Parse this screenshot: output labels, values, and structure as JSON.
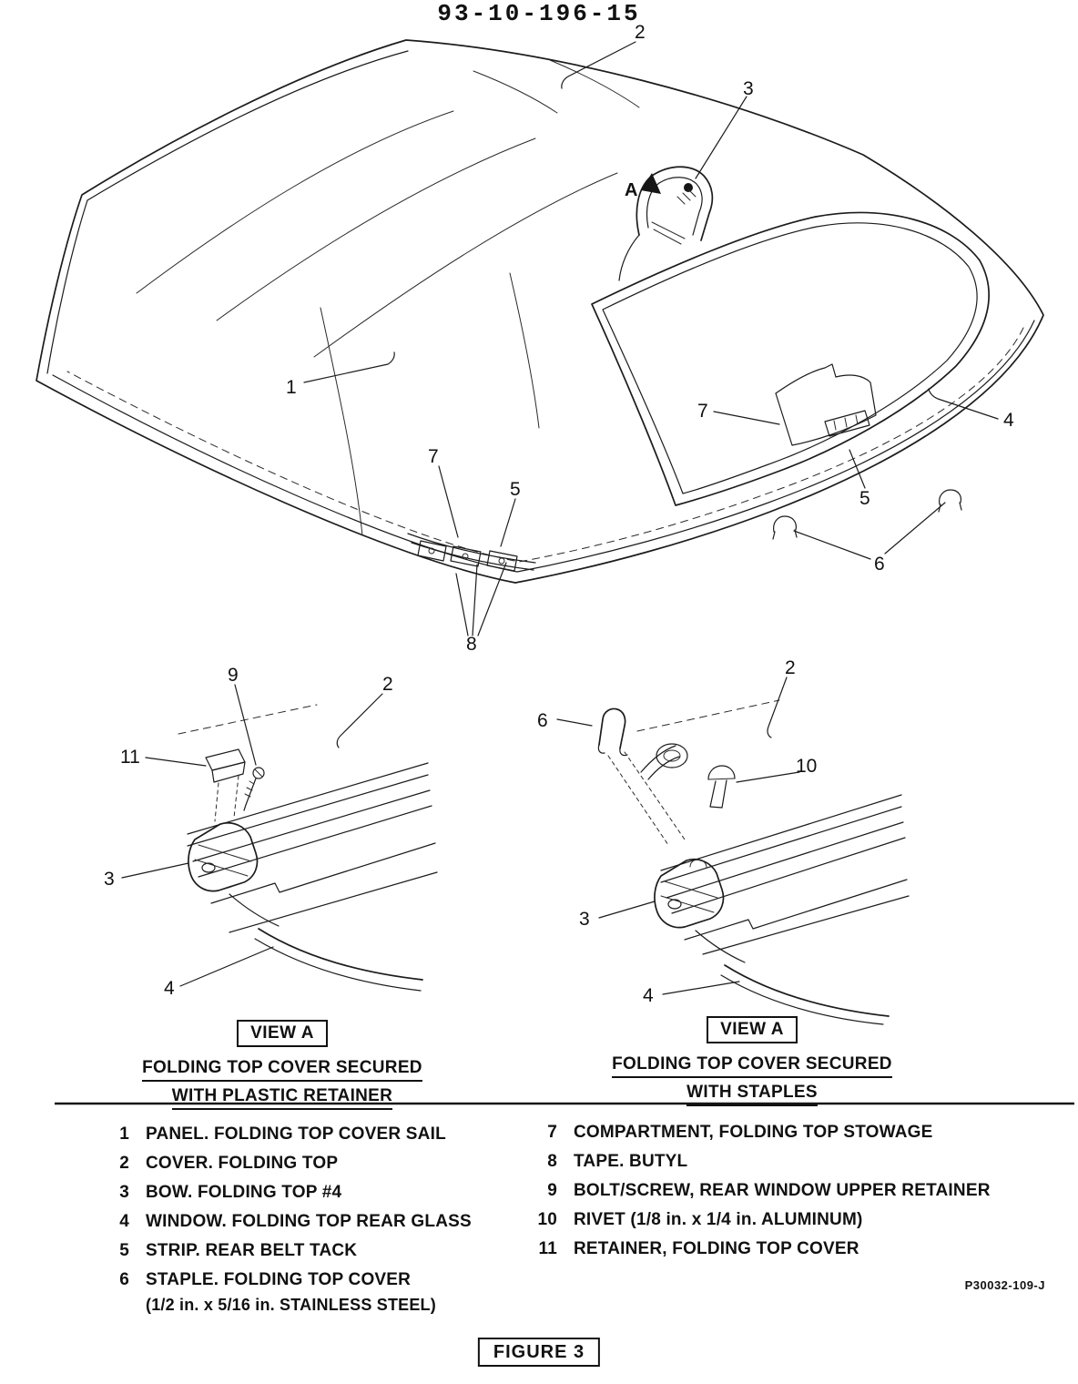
{
  "header": {
    "doc_number": "93-10-196-15"
  },
  "callouts": {
    "1": "1",
    "2": "2",
    "3": "3",
    "4": "4",
    "5": "5",
    "6": "6",
    "7": "7",
    "8": "8",
    "9": "9",
    "10": "10",
    "11": "11",
    "view_arrow": "A"
  },
  "details": {
    "left": {
      "view_label": "VIEW A",
      "caption_line1": "FOLDING TOP COVER SECURED",
      "caption_line2": "WITH PLASTIC RETAINER"
    },
    "right": {
      "view_label": "VIEW A",
      "caption_line1": "FOLDING TOP COVER SECURED",
      "caption_line2": "WITH STAPLES"
    }
  },
  "legend": {
    "left": [
      {
        "num": "1",
        "text": "PANEL. FOLDING TOP COVER SAIL"
      },
      {
        "num": "2",
        "text": "COVER. FOLDING TOP"
      },
      {
        "num": "3",
        "text": "BOW. FOLDING TOP #4"
      },
      {
        "num": "4",
        "text": "WINDOW. FOLDING TOP REAR GLASS"
      },
      {
        "num": "5",
        "text": "STRIP. REAR BELT TACK"
      },
      {
        "num": "6",
        "text": "STAPLE. FOLDING TOP COVER",
        "text2": "(1/2 in. x 5/16 in. STAINLESS STEEL)"
      }
    ],
    "right": [
      {
        "num": "7",
        "text": "COMPARTMENT, FOLDING TOP STOWAGE"
      },
      {
        "num": "8",
        "text": "TAPE. BUTYL"
      },
      {
        "num": "9",
        "text": "BOLT/SCREW, REAR WINDOW UPPER RETAINER"
      },
      {
        "num": "10",
        "text": "RIVET (1/8 in. x 1/4 in. ALUMINUM)"
      },
      {
        "num": "11",
        "text": "RETAINER, FOLDING TOP COVER"
      }
    ]
  },
  "footer": {
    "part_number": "P30032-109-J",
    "figure_label": "FIGURE 3"
  }
}
